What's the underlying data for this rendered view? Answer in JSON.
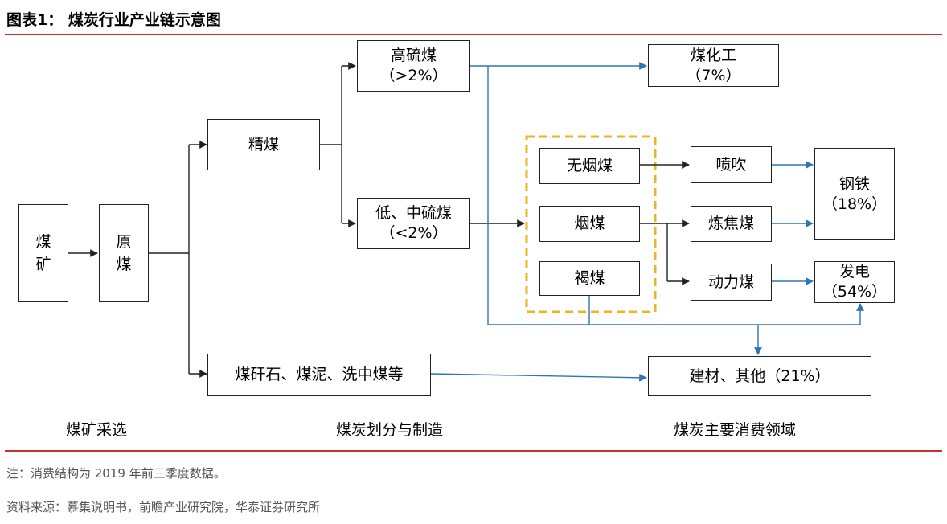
{
  "header": {
    "title": "图表1：   煤炭行业产业链示意图"
  },
  "nodes": {
    "coal_mine": {
      "line1": "煤",
      "line2": "矿"
    },
    "raw_coal": {
      "line1": "原",
      "line2": "煤"
    },
    "clean_coal": {
      "label": "精煤"
    },
    "high_sulfur": {
      "label": "高硫煤",
      "sub": "（>2%）"
    },
    "low_mid_sulfur": {
      "label": "低、中硫煤",
      "sub": "（<2%）"
    },
    "byproducts": {
      "label": "煤矸石、煤泥、洗中煤等"
    },
    "anthracite": {
      "label": "无烟煤"
    },
    "bituminous": {
      "label": "烟煤"
    },
    "lignite": {
      "label": "褐煤"
    },
    "injection": {
      "label": "喷吹"
    },
    "coking": {
      "label": "炼焦煤"
    },
    "thermal": {
      "label": "动力煤"
    },
    "coal_chemical": {
      "label": "煤化工",
      "sub": "（7%）"
    },
    "steel": {
      "label": "钢铁",
      "sub": "（18%）"
    },
    "power": {
      "label": "发电",
      "sub": "（54%）"
    },
    "building": {
      "label": "建材、其他（21%）"
    }
  },
  "stages": {
    "mining": "煤矿采选",
    "processing": "煤炭划分与制造",
    "consumption": "煤炭主要消费领域"
  },
  "footer": {
    "note": "注：消费结构为 2019 年前三季度数据。",
    "source": "资料来源：慕集说明书，前瞻产业研究院，华泰证券研究所"
  },
  "colors": {
    "accent_rule": "#c9302c",
    "blue_arrow": "#2e75b6",
    "dash_box": "#f0b323",
    "black_line": "#222222"
  }
}
